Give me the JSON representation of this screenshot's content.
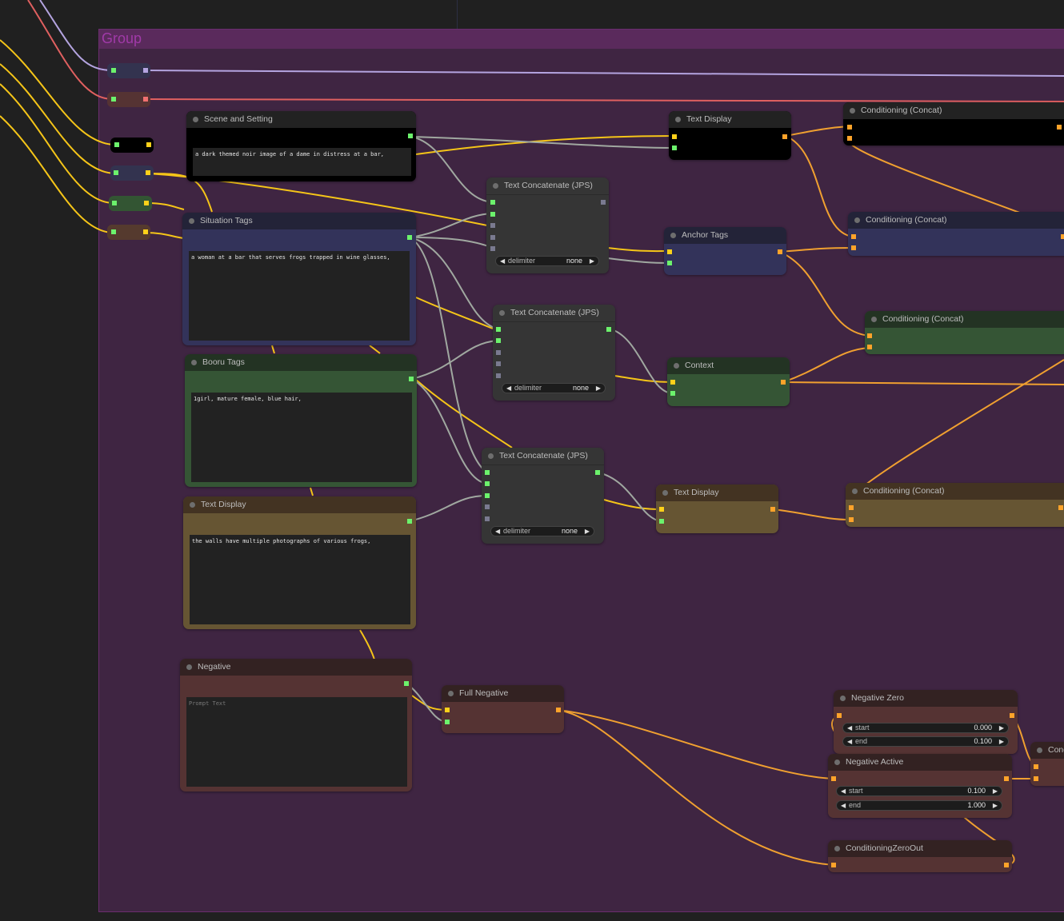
{
  "group": {
    "title": "Group"
  },
  "colors": {
    "canvas": "#202020",
    "group_bg": "#3f2542",
    "group_title_bg": "#5a2a5c",
    "group_title_text": "#a03aa8",
    "link_string": "#a0a8a0",
    "link_prompt": "#f5c518",
    "link_conditioning": "#f0a030",
    "link_purple": "#b4a4e0",
    "link_red": "#e06060"
  },
  "nodes": {
    "scene_and_setting": {
      "title": "Scene and Setting",
      "text": "a dark themed noir image of a dame in distress at a bar,"
    },
    "situation_tags": {
      "title": "Situation Tags",
      "text": "a woman at a bar that serves frogs trapped in wine glasses,"
    },
    "booru_tags": {
      "title": "Booru Tags",
      "text": "1girl, mature female, blue hair,"
    },
    "text_display_left": {
      "title": "Text Display",
      "text": "the walls have multiple photographs of various frogs,"
    },
    "negative": {
      "title": "Negative",
      "placeholder": "Prompt Text"
    },
    "text_concat_1": {
      "title": "Text Concatenate (JPS)",
      "widget_label": "delimiter",
      "widget_value": "none"
    },
    "text_concat_2": {
      "title": "Text Concatenate (JPS)",
      "widget_label": "delimiter",
      "widget_value": "none"
    },
    "text_concat_3": {
      "title": "Text Concatenate (JPS)",
      "widget_label": "delimiter",
      "widget_value": "none"
    },
    "text_display_top": {
      "title": "Text Display"
    },
    "anchor_tags": {
      "title": "Anchor Tags"
    },
    "context": {
      "title": "Context"
    },
    "text_display_mid": {
      "title": "Text Display"
    },
    "full_negative": {
      "title": "Full Negative"
    },
    "cond_concat_1": {
      "title": "Conditioning (Concat)"
    },
    "cond_concat_2": {
      "title": "Conditioning (Concat)"
    },
    "cond_concat_3": {
      "title": "Conditioning (Concat)"
    },
    "cond_concat_4": {
      "title": "Conditioning (Concat)"
    },
    "negative_zero": {
      "title": "Negative Zero",
      "start_label": "start",
      "start_value": "0.000",
      "end_label": "end",
      "end_value": "0.100"
    },
    "negative_active": {
      "title": "Negative Active",
      "start_label": "start",
      "start_value": "0.100",
      "end_label": "end",
      "end_value": "1.000"
    },
    "conditioning_zero_out": {
      "title": "ConditioningZeroOut"
    },
    "cond_partial": {
      "title": "Cond"
    }
  },
  "icons": {
    "arrow_left": "◀",
    "arrow_right": "▶"
  }
}
